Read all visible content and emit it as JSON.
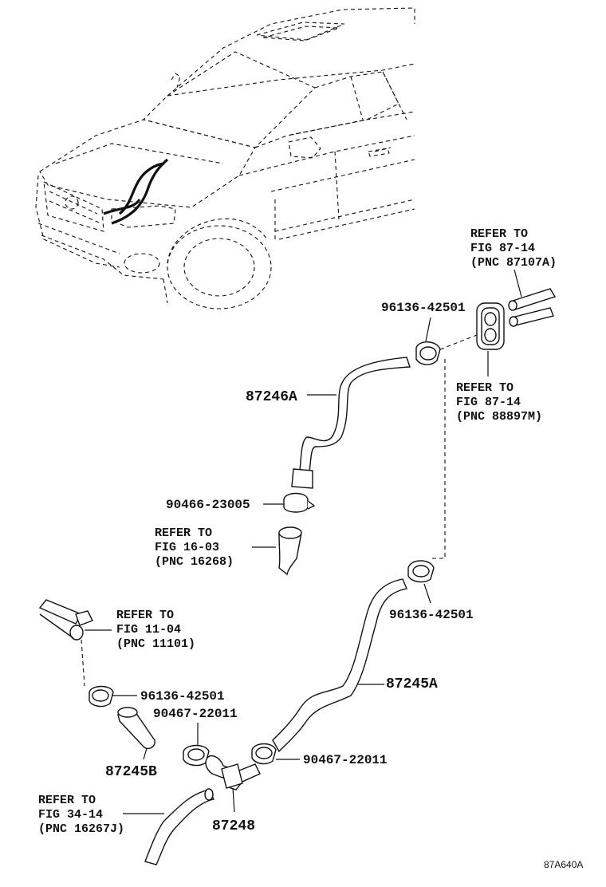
{
  "diagram_code": "87A640A",
  "refs": {
    "r1": {
      "line1": "REFER TO",
      "line2": "FIG 87-14",
      "line3": "(PNC 87107A)"
    },
    "r2": {
      "line1": "REFER TO",
      "line2": "FIG 87-14",
      "line3": "(PNC 88897M)"
    },
    "r3": {
      "line1": "REFER TO",
      "line2": "FIG 16-03",
      "line3": "(PNC 16268)"
    },
    "r4": {
      "line1": "REFER TO",
      "line2": "FIG 11-04",
      "line3": "(PNC 11101)"
    },
    "r5": {
      "line1": "REFER TO",
      "line2": "FIG 34-14",
      "line3": "(PNC 16267J)"
    }
  },
  "parts": {
    "p1": "96136-42501",
    "p2": "87246A",
    "p3": "90466-23005",
    "p4": "96136-42501",
    "p5": "87245A",
    "p6": "96136-42501",
    "p7": "90467-22011",
    "p8": "87245B",
    "p9": "90467-22011",
    "p10": "87248"
  }
}
